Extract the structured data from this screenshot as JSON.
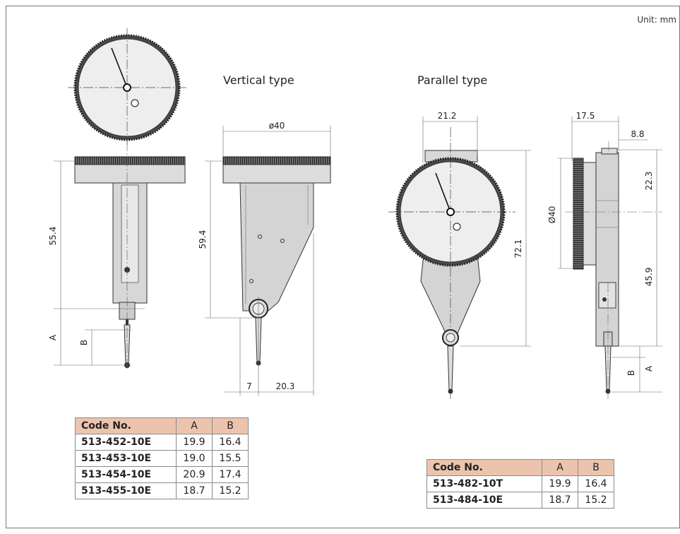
{
  "unit_label": "Unit: mm",
  "titles": {
    "vertical": "Vertical type",
    "parallel": "Parallel type"
  },
  "dimensions": {
    "front_55_4": "55.4",
    "label_A_left": "A",
    "label_B_left": "B",
    "side_dia_40": "ø40",
    "side_59_4": "59.4",
    "side_7": "7",
    "side_20_3": "20.3",
    "par_21_2": "21.2",
    "par_72_1": "72.1",
    "ps_17_5": "17.5",
    "ps_8_8": "8.8",
    "ps_dia_40": "Ø40",
    "ps_22_3": "22.3",
    "ps_45_9": "45.9",
    "label_B_right": "B",
    "label_A_right": "A"
  },
  "tables": {
    "vertical": {
      "headers": [
        "Code No.",
        "A",
        "B"
      ],
      "rows": [
        [
          "513-452-10E",
          "19.9",
          "16.4"
        ],
        [
          "513-453-10E",
          "19.0",
          "15.5"
        ],
        [
          "513-454-10E",
          "20.9",
          "17.4"
        ],
        [
          "513-455-10E",
          "18.7",
          "15.2"
        ]
      ]
    },
    "parallel": {
      "headers": [
        "Code No.",
        "A",
        "B"
      ],
      "rows": [
        [
          "513-482-10T",
          "19.9",
          "16.4"
        ],
        [
          "513-484-10E",
          "18.7",
          "15.2"
        ]
      ]
    }
  }
}
